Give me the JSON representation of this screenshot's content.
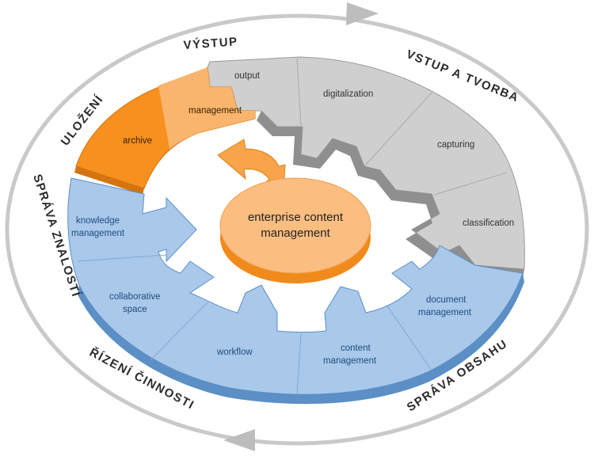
{
  "center": {
    "line1": "enterprise content",
    "line2": "management"
  },
  "outer_labels": {
    "output": "VÝSTUP",
    "input": "VSTUP A TVORBA",
    "storage": "ULOŽENÍ",
    "knowledge": "SPRÁVA ZNALOSTÍ",
    "process": "ŘÍZENÍ ČINNOSTI",
    "content": "SPRÁVA OBSAHU"
  },
  "segments": {
    "output": "output",
    "digitalization": "digitalization",
    "capturing": "capturing",
    "classification": "classification",
    "management": "management",
    "archive": "archive",
    "knowledge_1": "knowledge",
    "knowledge_2": "management",
    "collab_1": "collaborative",
    "collab_2": "space",
    "workflow": "workflow",
    "content_1": "content",
    "content_2": "management",
    "docman_1": "document",
    "docman_2": "management"
  },
  "colors": {
    "gray": "#cfcfcf",
    "gray_dark": "#8f8f8f",
    "blue": "#a9c8ea",
    "blue_dark": "#5b8fc5",
    "orange": "#f7901e",
    "orange_light": "#f9b46d",
    "center": "#fbbd80"
  }
}
